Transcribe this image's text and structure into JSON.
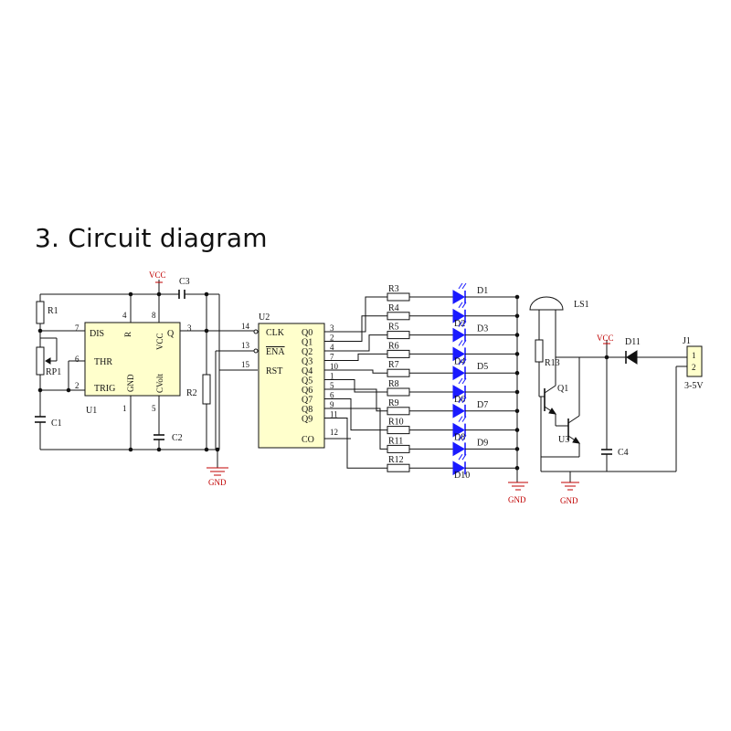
{
  "title": "3. Circuit diagram",
  "colors": {
    "wire": "#111111",
    "chip_fill": "#ffffcc",
    "led": "#1a1aff",
    "power": "#c00000",
    "resistor_fill": "#ffffff"
  },
  "labels": {
    "vcc": "VCC",
    "gnd": "GND",
    "r1": "R1",
    "rp1": "RP1",
    "c1": "C1",
    "c2": "C2",
    "c3": "C3",
    "c4": "C4",
    "r2": "R2",
    "r13": "R13",
    "u1": "U1",
    "u2": "U2",
    "u3": "U3",
    "q1": "Q1",
    "ls1": "LS1",
    "d11": "D11",
    "j1": "J1",
    "j1_range": "3-5V",
    "j1_pin1": "1",
    "j1_pin2": "2"
  },
  "u1": {
    "pins": {
      "dis": "DIS",
      "thr": "THR",
      "trig": "TRIG",
      "r": "R",
      "vcc": "VCC",
      "q": "Q",
      "gnd": "GND",
      "cvolt": "CVolt"
    },
    "pin_numbers": {
      "dis": "7",
      "thr": "6",
      "trig": "2",
      "r": "4",
      "vcc": "8",
      "q": "3",
      "gnd": "1",
      "cvolt": "5"
    }
  },
  "u2": {
    "left_pins": [
      {
        "name": "CLK",
        "num": "14"
      },
      {
        "name": "ENA",
        "num": "13"
      },
      {
        "name": "RST",
        "num": "15"
      }
    ],
    "outputs": [
      {
        "name": "Q0",
        "num": "3"
      },
      {
        "name": "Q1",
        "num": "2"
      },
      {
        "name": "Q2",
        "num": "4"
      },
      {
        "name": "Q3",
        "num": "7"
      },
      {
        "name": "Q4",
        "num": "10"
      },
      {
        "name": "Q5",
        "num": "1"
      },
      {
        "name": "Q6",
        "num": "5"
      },
      {
        "name": "Q7",
        "num": "6"
      },
      {
        "name": "Q8",
        "num": "9"
      },
      {
        "name": "Q9",
        "num": "11"
      }
    ],
    "co": {
      "name": "CO",
      "num": "12"
    }
  },
  "resistors_out": [
    "R3",
    "R4",
    "R5",
    "R6",
    "R7",
    "R8",
    "R9",
    "R10",
    "R11",
    "R12"
  ],
  "leds": [
    "D1",
    "D2",
    "D3",
    "D4",
    "D5",
    "D6",
    "D7",
    "D8",
    "D9",
    "D10"
  ]
}
